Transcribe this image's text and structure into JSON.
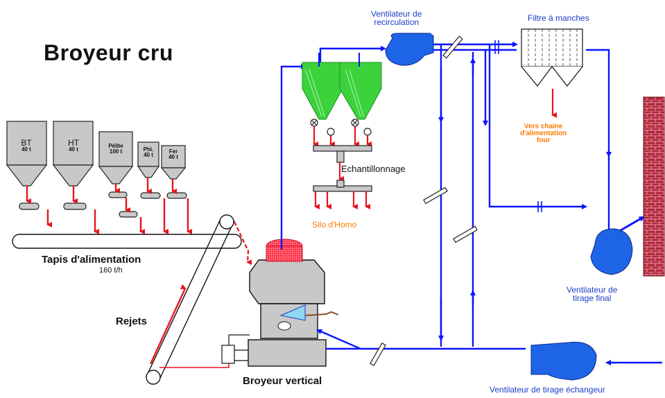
{
  "title": "Broyeur cru",
  "hoppers": [
    {
      "name": "BT",
      "cap": "40 t"
    },
    {
      "name": "HT",
      "cap": "40 t"
    },
    {
      "name": "Pélite",
      "cap": "100 t"
    },
    {
      "name": "Phi.",
      "cap": "40 t"
    },
    {
      "name": "Fer",
      "cap": "40 t"
    }
  ],
  "labels": {
    "feed_belt": "Tapis d'alimentation",
    "feed_rate": "160 t/h",
    "rejects": "Rejets",
    "vertical_mill": "Broyeur vertical",
    "sampling": "Echantillonnage",
    "homo_silo": "Silo d'Homo",
    "recirc_fan_1": "Ventilateur de",
    "recirc_fan_2": "recirculation",
    "bag_filter": "Filtre à manches",
    "kiln_feed_1": "Vers chaine",
    "kiln_feed_2": "d'alimentation",
    "kiln_feed_3": "four",
    "draft_fan_1": "Ventilateur de",
    "draft_fan_2": "tirage final",
    "exchanger_fan": "Ventilateur de tirage échangeur"
  },
  "colors": {
    "duct": "#0a14ff",
    "material_arrow": "#e8141e",
    "cyclone": "#3cd23c",
    "chimney": "#b4283c",
    "fan": "#1e64e6",
    "machine_gray": "#c8c8c8",
    "heat": "#ff3c50",
    "orange_text": "#ff7a00"
  }
}
